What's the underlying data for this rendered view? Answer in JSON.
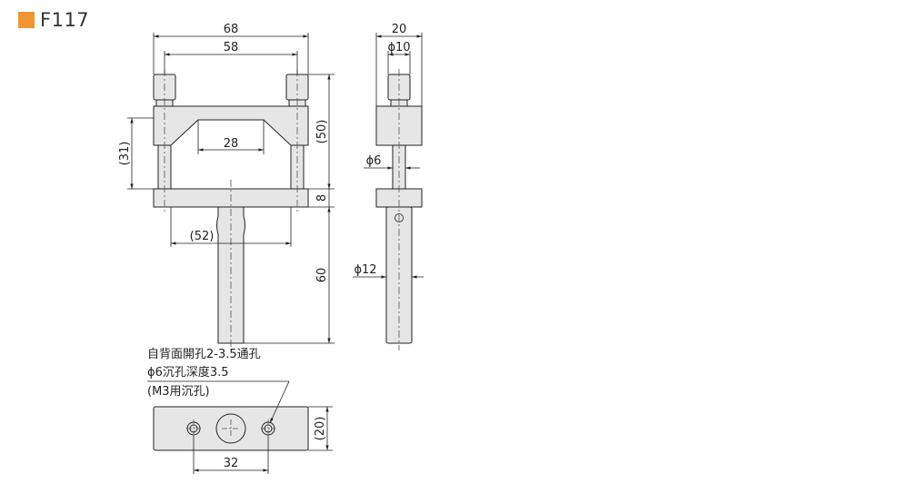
{
  "title": "F117",
  "colors": {
    "accent": "#f29432",
    "part_fill": "#e6e6e6",
    "line": "#222222"
  },
  "front_view": {
    "dim_overall_width": "68",
    "dim_screw_pitch": "58",
    "dim_inner_gap": "28",
    "dim_height_ref": "(31)",
    "dim_total_ref": "(50)",
    "dim_base_thickness": "8",
    "dim_shaft_length": "60",
    "dim_rod_pitch_ref": "(52)"
  },
  "side_view": {
    "dim_width": "20",
    "dim_knob_dia": "ϕ10",
    "dim_rod_dia": "ϕ6",
    "dim_shaft_dia": "ϕ12"
  },
  "bottom_view": {
    "note_line1": "自背面開孔2-3.5通孔",
    "note_line2": "ϕ6沉孔深度3.5",
    "note_line3": "(M3用沉孔)",
    "dim_depth_ref": "(20)",
    "dim_hole_pitch": "32"
  }
}
